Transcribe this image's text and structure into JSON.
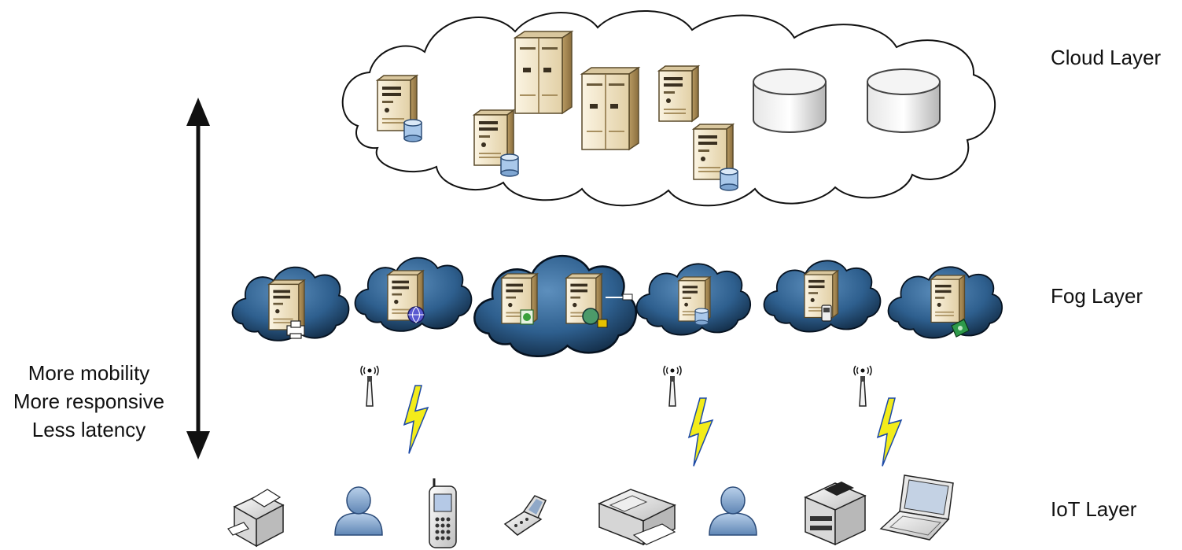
{
  "layers": {
    "cloud": "Cloud Layer",
    "fog": "Fog Layer",
    "iot": "IoT Layer"
  },
  "side_notes": [
    "More mobility",
    "More responsive",
    "Less latency"
  ],
  "cloud_items": [
    "server-db-icon",
    "server-db-icon",
    "tower-server-icon",
    "tower-server-icon",
    "server-icon",
    "server-db-icon",
    "database-icon",
    "database-icon"
  ],
  "fog_badges": [
    "printer-badge-icon",
    "globe-badge-icon",
    "green-shield-badge-icon",
    "globe-lock-badge-icon",
    "db-badge-icon",
    "phone-badge-icon",
    "money-badge-icon"
  ],
  "iot_devices": [
    "printer-icon",
    "user-icon",
    "cell-phone-icon",
    "flip-phone-icon",
    "scanner-icon",
    "user-icon",
    "fax-machine-icon",
    "laptop-icon"
  ],
  "colors": {
    "fog_cloud": "#2e5f8e",
    "fog_cloud_dark": "#0d2238",
    "server_tan": "#efe3c8",
    "lightning": "#f3ec1a",
    "user_blue": "#8fb0d6"
  }
}
